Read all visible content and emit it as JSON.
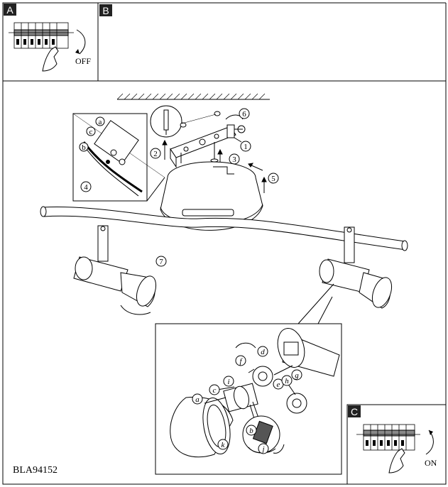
{
  "panels": {
    "a": {
      "letter": "A",
      "switch_label": "OFF"
    },
    "b": {
      "letter": "B"
    },
    "c": {
      "letter": "C",
      "switch_label": "ON"
    }
  },
  "steps": [
    "1",
    "2",
    "3",
    "4",
    "5",
    "6",
    "7"
  ],
  "detail_callouts": [
    "a",
    "b",
    "c",
    "d",
    "e",
    "f",
    "g",
    "h",
    "i",
    "j",
    "k"
  ],
  "document_code": "BLA94152",
  "colors": {
    "ink": "#000000",
    "paper": "#ffffff",
    "label_fill": "#222222"
  }
}
